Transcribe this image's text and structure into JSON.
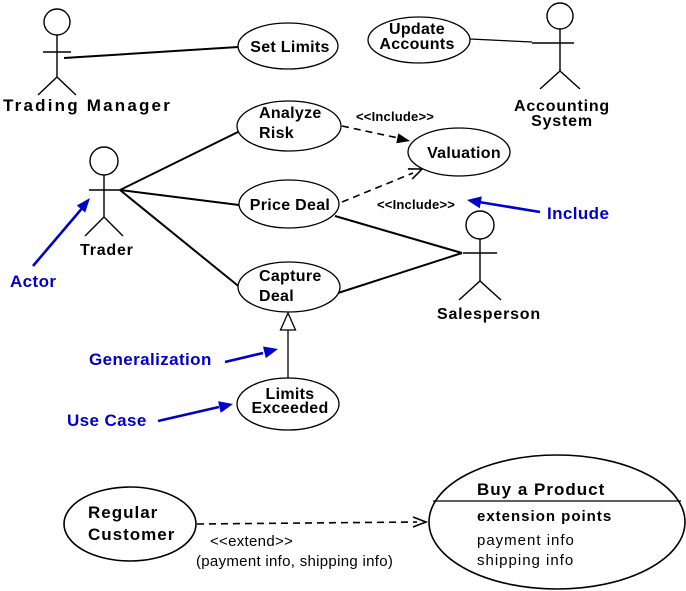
{
  "colors": {
    "annotation": "#0000CC",
    "diagram_ink": "#000000",
    "background": "#FFFFFF"
  },
  "actors": {
    "trading_manager": {
      "name": "Trading Manager"
    },
    "accounting_system": {
      "name_line1": "Accounting",
      "name_line2": "System"
    },
    "trader": {
      "name": "Trader"
    },
    "salesperson": {
      "name": "Salesperson"
    }
  },
  "use_cases": {
    "set_limits": {
      "name": "Set Limits"
    },
    "update_accounts": {
      "name_line1": "Update",
      "name_line2": "Accounts"
    },
    "analyze_risk": {
      "name_line1": "Analyze",
      "name_line2": "Risk"
    },
    "valuation": {
      "name": "Valuation"
    },
    "price_deal": {
      "name": "Price Deal"
    },
    "capture_deal": {
      "name_line1": "Capture",
      "name_line2": "Deal"
    },
    "limits_exceeded": {
      "name_line1": "Limits",
      "name_line2": "Exceeded"
    },
    "regular_customer": {
      "name_line1": "Regular",
      "name_line2": "Customer"
    },
    "buy_a_product": {
      "name": "Buy a Product",
      "compartment_header": "extension points",
      "extension_points": [
        "payment info",
        "shipping info"
      ]
    }
  },
  "stereotypes": {
    "include_analyze_risk": "<<Include>>",
    "include_price_deal": "<<Include>>",
    "extend": "<<extend>>",
    "extend_parameters": "(payment info, shipping info)"
  },
  "annotations": {
    "actor": "Actor",
    "include": "Include",
    "generalization": "Generalization",
    "use_case": "Use Case"
  }
}
